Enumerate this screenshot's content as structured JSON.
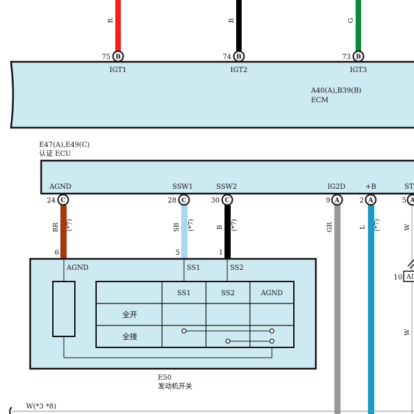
{
  "ecm": {
    "connector_label": "A40(A),B39(B)",
    "name": "ECM",
    "pins": [
      {
        "num": "75",
        "letter": "B",
        "name": "IGT1",
        "wire": "R",
        "color": "#ff1a1a"
      },
      {
        "num": "74",
        "letter": "B",
        "name": "IGT2",
        "wire": "B",
        "color": "#000000"
      },
      {
        "num": "73",
        "letter": "B",
        "name": "IGT3",
        "wire": "G",
        "color": "#0a8a3a"
      }
    ]
  },
  "auth_ecu": {
    "connector_label": "E47(A),E49(C)",
    "name": "认证 ECU",
    "pins": [
      {
        "num": "24",
        "letter": "C",
        "name": "AGND",
        "wire": "BR",
        "note": "(*7)",
        "color": "#a03a10"
      },
      {
        "num": "28",
        "letter": "C",
        "name": "SSW1",
        "wire": "SB",
        "note": "(*7)",
        "color": "#a8d8ee"
      },
      {
        "num": "30",
        "letter": "C",
        "name": "SSW2",
        "wire": "B",
        "note": "(*7)",
        "color": "#000000"
      },
      {
        "num": "9",
        "letter": "A",
        "name": "IG2D",
        "wire": "GR",
        "note": "",
        "color": "#999999"
      },
      {
        "num": "2",
        "letter": "A",
        "name": "+B",
        "wire": "L",
        "note": "(*7)",
        "color": "#1a9bc8"
      },
      {
        "num": "5",
        "letter": "A",
        "name": "ST/",
        "wire": "W",
        "note": "",
        "color": "#aaaaaa"
      }
    ]
  },
  "switch": {
    "connector_label": "E50",
    "name": "发动机开关",
    "pins": [
      {
        "num": "6",
        "name": "AGND"
      },
      {
        "num": "5",
        "name": "SS1"
      },
      {
        "num": "1",
        "name": "SS2"
      }
    ],
    "table": {
      "headers": [
        "SS1",
        "SS2",
        "AGND"
      ],
      "rows": [
        "全开",
        "全接"
      ]
    }
  },
  "right_partial": {
    "pin_num": "10",
    "label": "AI",
    "wire_mid": "W"
  },
  "bottom_wire": "W(*3 *8)"
}
